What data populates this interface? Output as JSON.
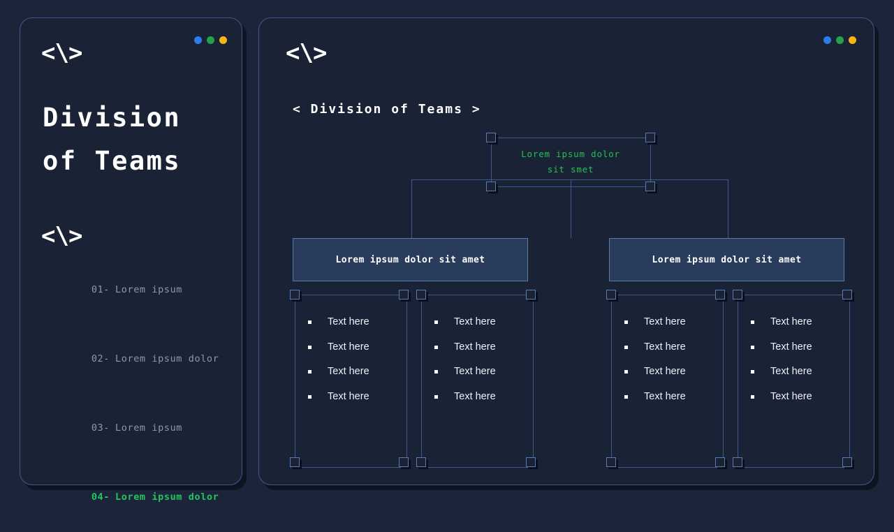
{
  "theme": {
    "page_bg": "#1b2438",
    "card_bg": "#1a2336",
    "card_border": "#3d5a8a",
    "accent_green": "#22c55e",
    "node_green": "#24c054",
    "box_fill": "#2a3c5c",
    "box_border": "#5c7ba8",
    "muted_text": "#8d97ad",
    "white": "#ffffff"
  },
  "window_dots": [
    {
      "name": "blue",
      "color": "#2b7de9"
    },
    {
      "name": "green",
      "color": "#26a14a"
    },
    {
      "name": "yellow",
      "color": "#f5b513"
    }
  ],
  "sidebar": {
    "logo": "<\\>",
    "title": "Division\nof Teams",
    "section_logo": "<\\>",
    "items": [
      {
        "num": "01-",
        "label": "Lorem ipsum",
        "active": false
      },
      {
        "num": "02-",
        "label": "Lorem ipsum dolor",
        "active": false
      },
      {
        "num": "03-",
        "label": "Lorem ipsum",
        "active": false
      },
      {
        "num": "04-",
        "label": "Lorem ipsum dolor",
        "active": true
      }
    ]
  },
  "main": {
    "logo": "<\\>",
    "breadcrumb": "< Division of Teams >",
    "chart": {
      "root": {
        "label": "Lorem ipsum dolor\nsit smet"
      },
      "teams": [
        {
          "label": "Lorem ipsum dolor sit amet"
        },
        {
          "label": "Lorem ipsum dolor sit amet"
        }
      ],
      "columns": [
        {
          "items": [
            "Text here",
            "Text here",
            "Text here",
            "Text here"
          ]
        },
        {
          "items": [
            "Text here",
            "Text here",
            "Text here",
            "Text here"
          ]
        },
        {
          "items": [
            "Text here",
            "Text here",
            "Text here",
            "Text here"
          ]
        },
        {
          "items": [
            "Text here",
            "Text here",
            "Text here",
            "Text here"
          ]
        }
      ]
    }
  }
}
